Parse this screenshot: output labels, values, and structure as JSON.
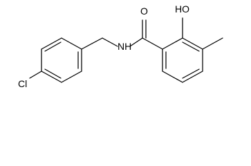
{
  "molecule": {
    "atoms": {
      "oxygen_carbonyl": "O",
      "hydroxyl": "HO",
      "amide_nitrogen": "NH",
      "chlorine": "Cl"
    },
    "colors": {
      "bond": "#000000",
      "label": "#000000",
      "background": "#ffffff"
    }
  }
}
